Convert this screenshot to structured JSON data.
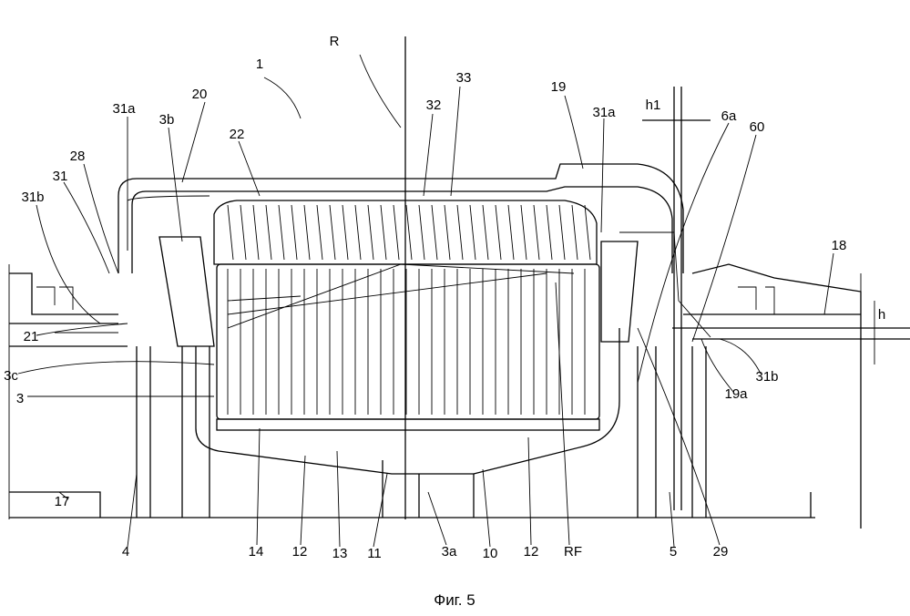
{
  "figure": {
    "caption": "Фиг. 5",
    "labels": [
      "R",
      "1",
      "33",
      "32",
      "19",
      "31a",
      "h1",
      "20",
      "3b",
      "22",
      "31a",
      "28",
      "6a",
      "60",
      "31",
      "31b",
      "18",
      "h",
      "21",
      "3c",
      "3",
      "31b",
      "19a",
      "17",
      "4",
      "14",
      "12",
      "13",
      "11",
      "3a",
      "10",
      "12",
      "RF",
      "5",
      "29"
    ]
  }
}
